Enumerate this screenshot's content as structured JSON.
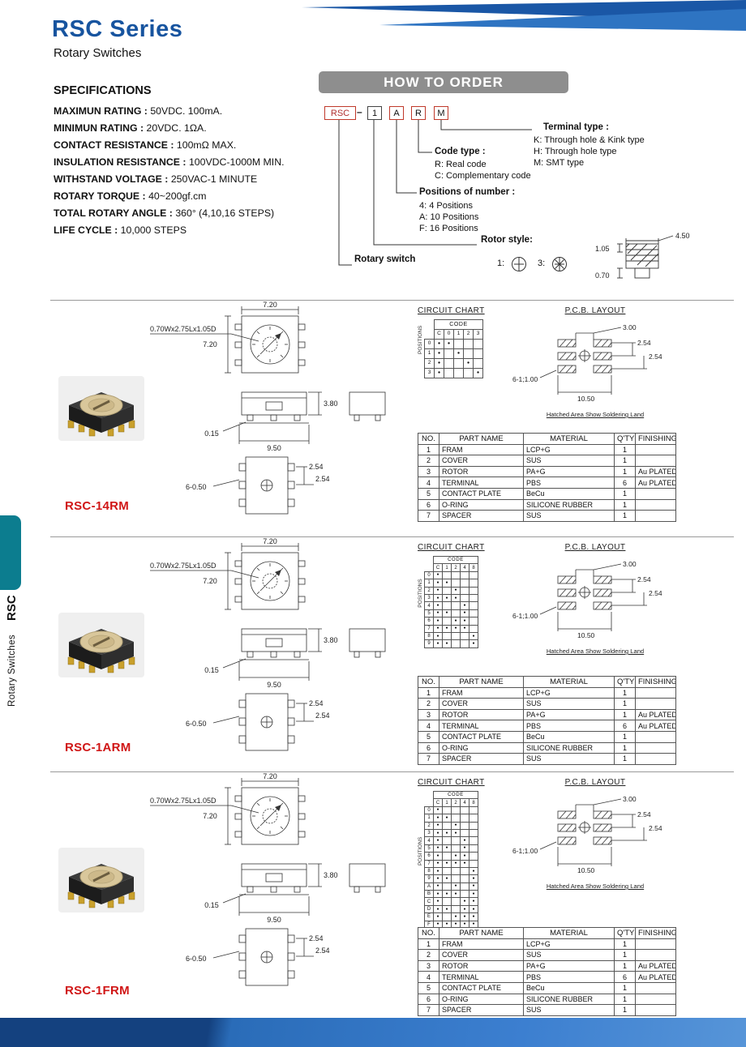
{
  "header": {
    "title": "RSC Series",
    "subtitle": "Rotary Switches"
  },
  "side_tab": {
    "series": "RSC",
    "label": "Rotary  Switches"
  },
  "specifications": {
    "heading": "SPECIFICATIONS",
    "items": [
      {
        "label": "MAXIMUN RATING :",
        "value": "50VDC. 100mA."
      },
      {
        "label": "MINIMUN RATING :",
        "value": "20VDC. 1ΩA."
      },
      {
        "label": "CONTACT RESISTANCE :",
        "value": "100mΩ MAX."
      },
      {
        "label": "INSULATION RESISTANCE :",
        "value": "100VDC-1000M  MIN."
      },
      {
        "label": "WITHSTAND VOLTAGE :",
        "value": "250VAC-1 MINUTE"
      },
      {
        "label": "ROTARY TORQUE :",
        "value": "40~200gf.cm"
      },
      {
        "label": "TOTAL ROTARY ANGLE :",
        "value": "360° (4,10,16 STEPS)"
      },
      {
        "label": "LIFE CYCLE :",
        "value": "10,000 STEPS"
      }
    ]
  },
  "how_to_order": {
    "heading": "HOW TO ORDER",
    "code_boxes": [
      "RSC",
      "1",
      "A",
      "R",
      "M"
    ],
    "separator": "–",
    "terminal_type": {
      "title": "Terminal type :",
      "options": [
        "K: Through hole & Kink type",
        "H: Through hole type",
        "M: SMT type"
      ]
    },
    "code_type": {
      "title": "Code type :",
      "options": [
        "R: Real code",
        "C: Complementary code"
      ]
    },
    "positions": {
      "title": "Positions of number :",
      "options": [
        "4: 4 Positions",
        "A: 10 Positions",
        "F: 16 Positions"
      ]
    },
    "rotor_style": {
      "title": "Rotor style:",
      "item1": "1:",
      "item2": "3:",
      "dims": {
        "width": "4.50",
        "ridge": "1.05",
        "stem": "0.70"
      }
    },
    "rotary_switch_label": "Rotary switch"
  },
  "drawing_dims": {
    "slot": "0.70Wx2.75Lx1.05D",
    "top_width": "7.20",
    "side_height": "7.20",
    "body_height": "3.80",
    "pin_offset": "0.15",
    "body_width": "9.50",
    "pitch_a": "2.54",
    "pitch_b": "2.54",
    "pin_size": "6-0.50"
  },
  "pcb": {
    "title": "P.C.B. LAYOUT",
    "dim_gap": "3.00",
    "dim_pitch_a": "2.54",
    "dim_pitch_b": "2.54",
    "dim_holes": "6-1;1.00",
    "dim_total": "10.50",
    "note": "Hatched Area Show Soldering Land"
  },
  "circuit_chart_title": "CIRCUIT CHART",
  "parts_table": {
    "headers": [
      "NO.",
      "PART NAME",
      "MATERIAL",
      "Q'TY",
      "FINISHING"
    ],
    "rows": [
      [
        "1",
        "FRAM",
        "LCP+G",
        "1",
        ""
      ],
      [
        "2",
        "COVER",
        "SUS",
        "1",
        ""
      ],
      [
        "3",
        "ROTOR",
        "PA+G",
        "1",
        "Au PLATED"
      ],
      [
        "4",
        "TERMINAL",
        "PBS",
        "6",
        "Au PLATED"
      ],
      [
        "5",
        "CONTACT PLATE",
        "BeCu",
        "1",
        ""
      ],
      [
        "6",
        "O-RING",
        "SILICONE RUBBER",
        "1",
        ""
      ],
      [
        "7",
        "SPACER",
        "SUS",
        "1",
        ""
      ]
    ]
  },
  "sections": [
    {
      "model": "RSC-14RM",
      "chart": {
        "code_label": "CODE",
        "positions_label": "POSITIONS",
        "columns": [
          "C",
          "0",
          "1",
          "2",
          "3"
        ],
        "rows": [
          {
            "label": "0",
            "dots": [
              1,
              1,
              0,
              0,
              0
            ]
          },
          {
            "label": "1",
            "dots": [
              1,
              0,
              1,
              0,
              0
            ]
          },
          {
            "label": "2",
            "dots": [
              1,
              0,
              0,
              1,
              0
            ]
          },
          {
            "label": "3",
            "dots": [
              1,
              0,
              0,
              0,
              1
            ]
          }
        ]
      }
    },
    {
      "model": "RSC-1ARM",
      "chart": {
        "code_label": "CODE",
        "positions_label": "POSITIONS",
        "columns": [
          "C",
          "1",
          "2",
          "4",
          "8"
        ],
        "rows": [
          {
            "label": "0",
            "dots": [
              1,
              0,
              0,
              0,
              0
            ]
          },
          {
            "label": "1",
            "dots": [
              1,
              1,
              0,
              0,
              0
            ]
          },
          {
            "label": "2",
            "dots": [
              1,
              0,
              1,
              0,
              0
            ]
          },
          {
            "label": "3",
            "dots": [
              1,
              1,
              1,
              0,
              0
            ]
          },
          {
            "label": "4",
            "dots": [
              1,
              0,
              0,
              1,
              0
            ]
          },
          {
            "label": "5",
            "dots": [
              1,
              1,
              0,
              1,
              0
            ]
          },
          {
            "label": "6",
            "dots": [
              1,
              0,
              1,
              1,
              0
            ]
          },
          {
            "label": "7",
            "dots": [
              1,
              1,
              1,
              1,
              0
            ]
          },
          {
            "label": "8",
            "dots": [
              1,
              0,
              0,
              0,
              1
            ]
          },
          {
            "label": "9",
            "dots": [
              1,
              1,
              0,
              0,
              1
            ]
          }
        ]
      }
    },
    {
      "model": "RSC-1FRM",
      "chart": {
        "code_label": "CODE",
        "positions_label": "POSITIONS",
        "columns": [
          "C",
          "1",
          "2",
          "4",
          "8"
        ],
        "rows": [
          {
            "label": "0",
            "dots": [
              1,
              0,
              0,
              0,
              0
            ]
          },
          {
            "label": "1",
            "dots": [
              1,
              1,
              0,
              0,
              0
            ]
          },
          {
            "label": "2",
            "dots": [
              1,
              0,
              1,
              0,
              0
            ]
          },
          {
            "label": "3",
            "dots": [
              1,
              1,
              1,
              0,
              0
            ]
          },
          {
            "label": "4",
            "dots": [
              1,
              0,
              0,
              1,
              0
            ]
          },
          {
            "label": "5",
            "dots": [
              1,
              1,
              0,
              1,
              0
            ]
          },
          {
            "label": "6",
            "dots": [
              1,
              0,
              1,
              1,
              0
            ]
          },
          {
            "label": "7",
            "dots": [
              1,
              1,
              1,
              1,
              0
            ]
          },
          {
            "label": "8",
            "dots": [
              1,
              0,
              0,
              0,
              1
            ]
          },
          {
            "label": "9",
            "dots": [
              1,
              1,
              0,
              0,
              1
            ]
          },
          {
            "label": "A",
            "dots": [
              1,
              0,
              1,
              0,
              1
            ]
          },
          {
            "label": "B",
            "dots": [
              1,
              1,
              1,
              0,
              1
            ]
          },
          {
            "label": "C",
            "dots": [
              1,
              0,
              0,
              1,
              1
            ]
          },
          {
            "label": "D",
            "dots": [
              1,
              1,
              0,
              1,
              1
            ]
          },
          {
            "label": "E",
            "dots": [
              1,
              0,
              1,
              1,
              1
            ]
          },
          {
            "label": "F",
            "dots": [
              1,
              1,
              1,
              1,
              1
            ]
          }
        ]
      }
    }
  ]
}
